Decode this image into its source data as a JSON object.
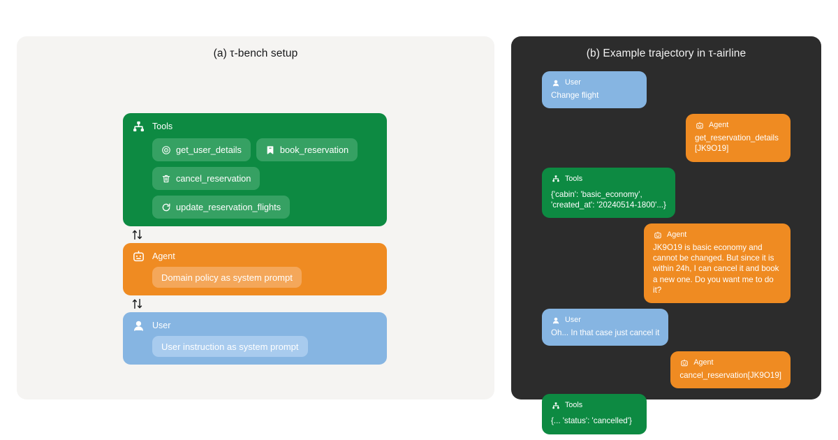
{
  "panel_a": {
    "title": "(a) τ-bench setup",
    "tools": {
      "role_label": "Tools",
      "icon": "sitemap-icon",
      "chips": [
        {
          "icon": "target-icon",
          "label": "get_user_details"
        },
        {
          "icon": "bookmark-icon",
          "label": "book_reservation"
        },
        {
          "icon": "trash-icon",
          "label": "cancel_reservation"
        },
        {
          "icon": "refresh-icon",
          "label": "update_reservation_flights"
        }
      ]
    },
    "arrow_1": "⇅",
    "agent": {
      "role_label": "Agent",
      "icon": "robot-icon",
      "pill": "Domain policy as system prompt"
    },
    "arrow_2": "⇅",
    "user": {
      "role_label": "User",
      "icon": "person-icon",
      "pill": "User instruction as system prompt"
    }
  },
  "panel_b": {
    "title": "(b) Example trajectory in τ-airline",
    "messages": [
      {
        "role": "User",
        "side": "left",
        "kind": "user",
        "icon": "person-icon",
        "text": "Change flight"
      },
      {
        "role": "Agent",
        "side": "right",
        "kind": "agent",
        "icon": "robot-icon",
        "text": "get_reservation_details\n[JK9O19]"
      },
      {
        "role": "Tools",
        "side": "left",
        "kind": "tools",
        "icon": "sitemap-icon",
        "text": "{'cabin': 'basic_economy',\n'created_at': '20240514-1800'...}"
      },
      {
        "role": "Agent",
        "side": "right",
        "kind": "agent",
        "icon": "robot-icon",
        "text": "JK9O19 is basic economy and cannot be changed. But since it is within 24h, I can cancel it and book a new one. Do you want me to do it?"
      },
      {
        "role": "User",
        "side": "left",
        "kind": "user",
        "icon": "person-icon",
        "text": "Oh... In that case just cancel it"
      },
      {
        "role": "Agent",
        "side": "right",
        "kind": "agent",
        "icon": "robot-icon",
        "text": "cancel_reservation[JK9O19]"
      },
      {
        "role": "Tools",
        "side": "left",
        "kind": "tools",
        "icon": "sitemap-icon",
        "text": "{... 'status': 'cancelled'}"
      }
    ]
  },
  "colors": {
    "page_background": "#ffffff",
    "panel_a_background": "#f5f4f2",
    "panel_b_background": "#2c2c2c",
    "tools_green": "#0d8a42",
    "tools_chip_green": "#36a163",
    "agent_orange": "#ef8b22",
    "agent_pill_orange": "#f4a75a",
    "user_blue": "#86b5e2",
    "user_pill_blue": "#a8cbee"
  }
}
